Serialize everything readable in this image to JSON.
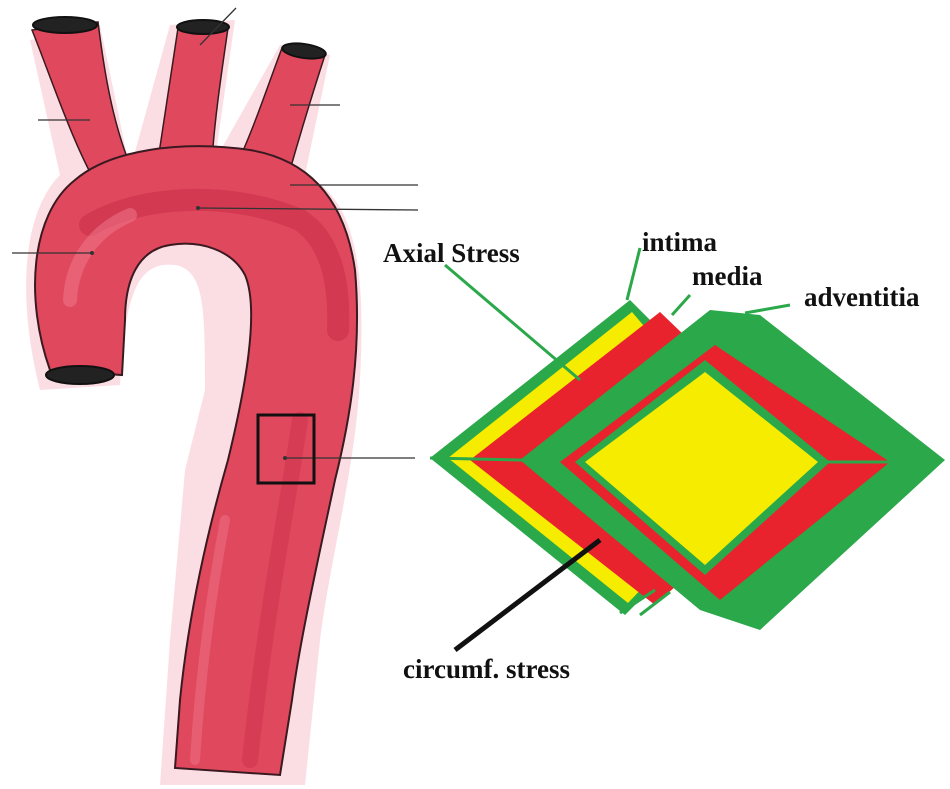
{
  "labels": {
    "axial_stress": "Axial Stress",
    "intima": "intima",
    "media": "media",
    "adventitia": "adventitia",
    "circumferential_stress": "circumf. stress"
  },
  "colors": {
    "aorta": "#e0485e",
    "aorta_shadow": "#c42a44",
    "aorta_highlight": "#f07a8c",
    "layer_yellow": "#f5ec00",
    "layer_red": "#e8232e",
    "layer_green": "#2aa84a",
    "leader_green": "#2aa84a"
  },
  "icons": {
    "aorta_illustration": "aortic-arch-drawing",
    "tissue_element": "vessel-wall-cube"
  }
}
